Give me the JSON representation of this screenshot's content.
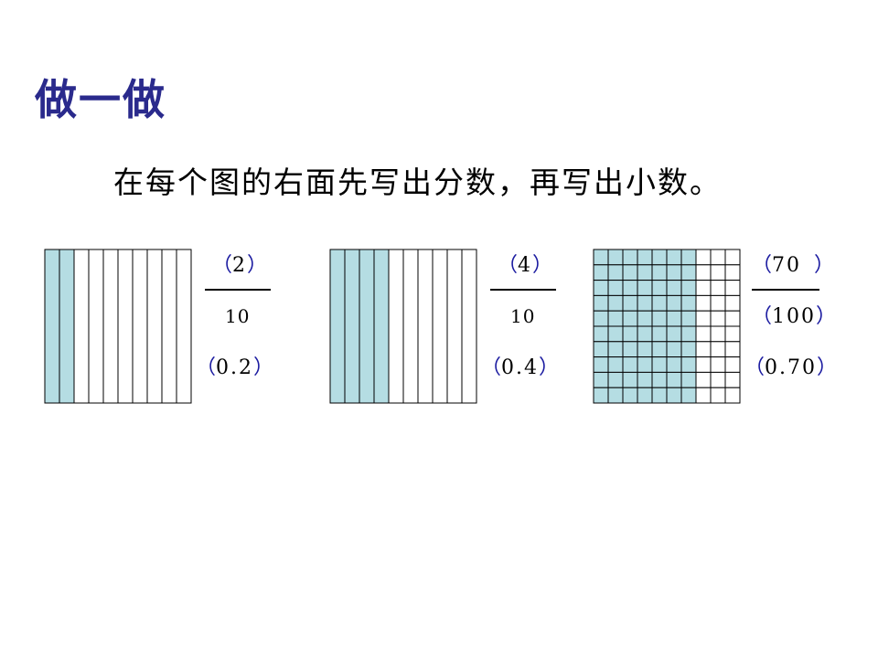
{
  "title": "做一做",
  "instruction": "在每个图的右面先写出分数，再写出小数。",
  "colors": {
    "shade": "#b5dde3",
    "title": "#2a2a8c",
    "paren": "#1a1aa0"
  },
  "figures": [
    {
      "type": "strips",
      "divisions": 10,
      "shaded": 2,
      "numerator": "2",
      "denominator": "10",
      "decimal": "0.2"
    },
    {
      "type": "strips",
      "divisions": 10,
      "shaded": 4,
      "numerator": "4",
      "denominator": "10",
      "decimal": "0.4"
    },
    {
      "type": "grid",
      "divisions": 10,
      "shaded": 70,
      "numerator": "70",
      "denominator": "100",
      "decimal": "0.70"
    }
  ]
}
